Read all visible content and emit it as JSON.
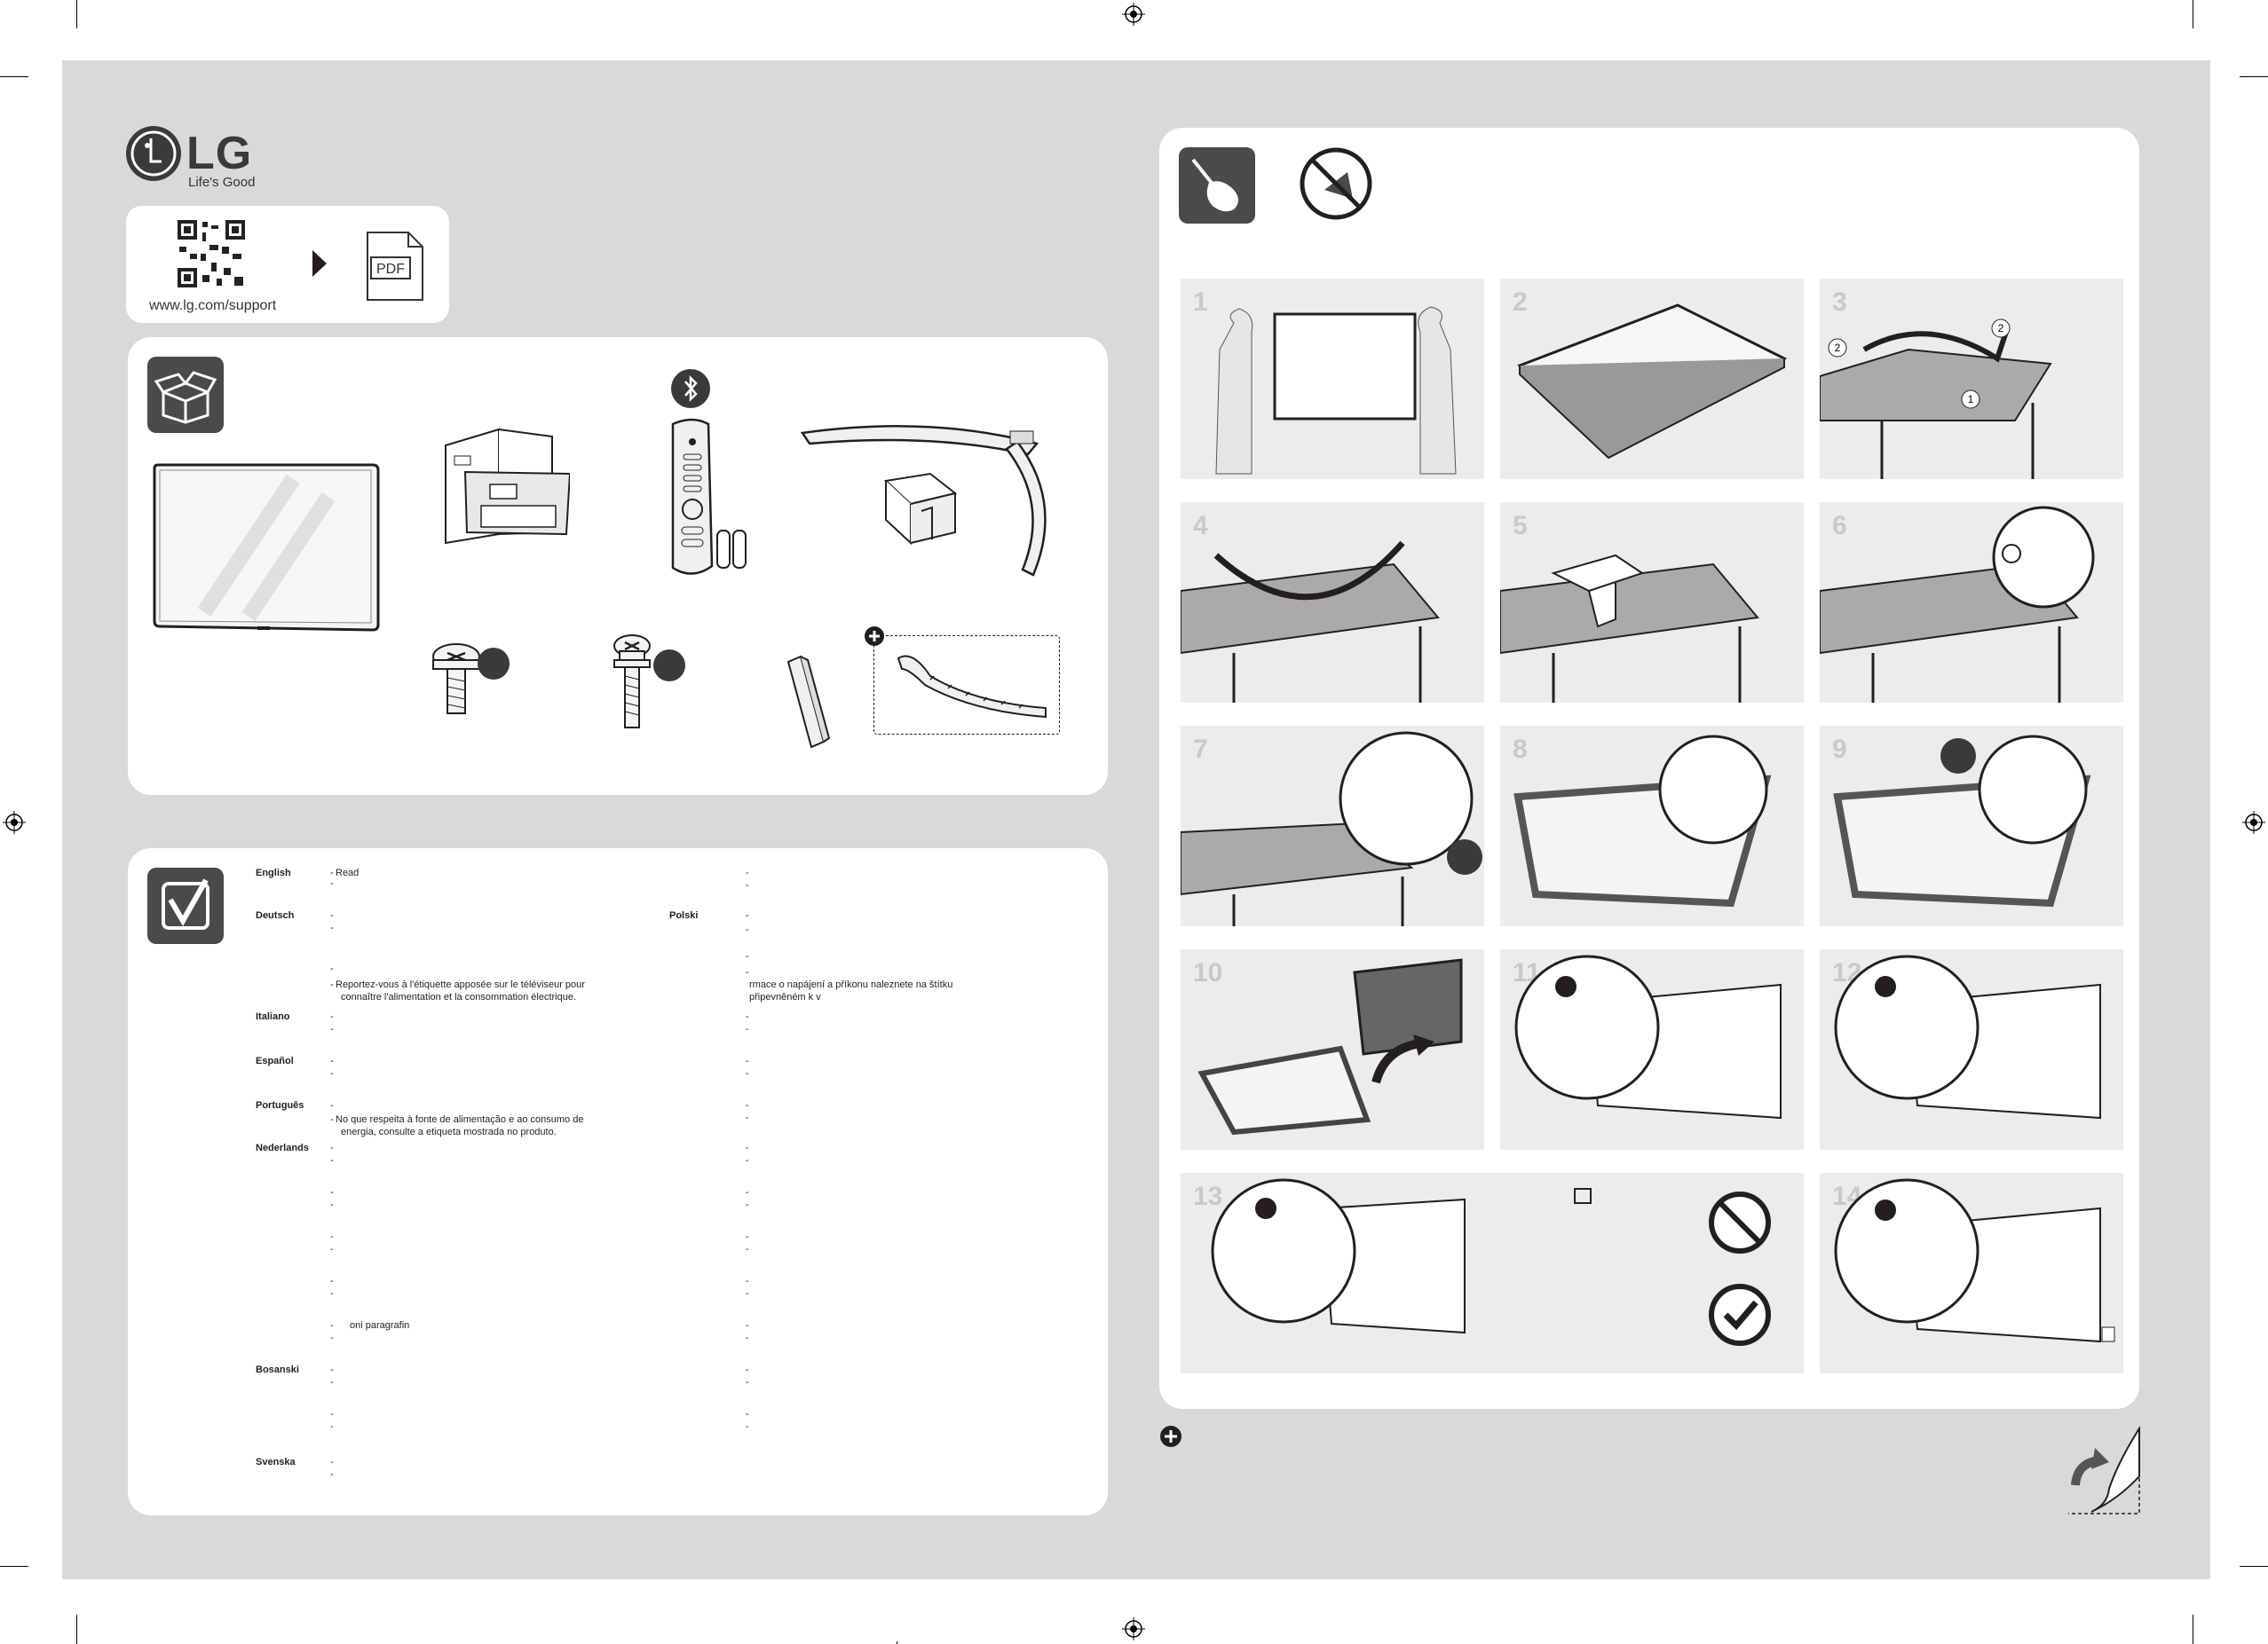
{
  "brand": {
    "name": "LG",
    "tagline": "Life's Good"
  },
  "support": {
    "url": "www.lg.com/support",
    "pdf_label": "PDF"
  },
  "languages": {
    "left": [
      {
        "name": "English",
        "text": "Read"
      },
      {
        "name": "Deutsch",
        "text": ""
      },
      {
        "name": "Italiano",
        "text": ""
      },
      {
        "name": "Español",
        "text": ""
      },
      {
        "name": "Português",
        "text": ""
      },
      {
        "name": "Nederlands",
        "text": ""
      },
      {
        "name": "Bosanski",
        "text": ""
      },
      {
        "name": "Svenska",
        "text": ""
      }
    ],
    "right": [
      {
        "name": "Polski",
        "text": ""
      }
    ],
    "french_note": [
      "Reportez-vous à l'étiquette apposée sur le téléviseur pour",
      "connaître l'alimentation et la consommation électrique."
    ],
    "portuguese_note": [
      "No que respeita à fonte de alimentação e ao consumo de",
      "energia, consulte a etiqueta mostrada no produto."
    ],
    "czech_note": [
      "rmace o napájení a příkonu naleznete na štítku",
      "připevněném k v"
    ],
    "fragment": "oni paragrafin"
  },
  "steps": [
    "1",
    "2",
    "3",
    "4",
    "5",
    "6",
    "7",
    "8",
    "9",
    "10",
    "11",
    "12",
    "13",
    "14"
  ],
  "callouts": {
    "step3_a": "2",
    "step3_b": "2",
    "step3_c": "1"
  }
}
